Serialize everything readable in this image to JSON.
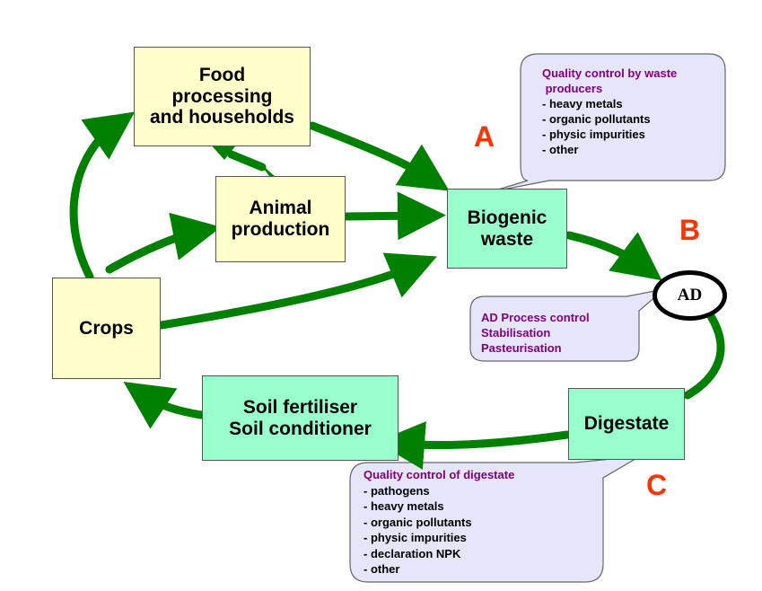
{
  "nodes": {
    "food": {
      "line1": "Food",
      "line2": "processing",
      "line3": "and households"
    },
    "animal": {
      "line1": "Animal",
      "line2": "production"
    },
    "crops": {
      "label": "Crops"
    },
    "biogenic": {
      "line1": "Biogenic",
      "line2": "waste"
    },
    "ad": {
      "label": "AD"
    },
    "digestate": {
      "label": "Digestate"
    },
    "soil": {
      "line1": "Soil fertiliser",
      "line2": "Soil conditioner"
    }
  },
  "letters": {
    "a": "A",
    "b": "B",
    "c": "C"
  },
  "callouts": {
    "waste_producers": {
      "title_line1": "Quality control by waste",
      "title_line2": " producers",
      "items": [
        "- heavy metals",
        "- organic pollutants",
        "- physic impurities",
        "- other"
      ]
    },
    "ad_process": {
      "lines": [
        "AD Process control",
        "Stabilisation",
        "Pasteurisation"
      ]
    },
    "digestate_quality": {
      "title": "Quality control of digestate",
      "items": [
        "- pathogens",
        "- heavy metals",
        "- organic pollutants",
        "- physic impurities",
        "- declaration NPK",
        "- other"
      ]
    }
  },
  "colors": {
    "arrow": "#008000",
    "yellow_box": "#ffffcc",
    "green_box": "#99ffcc",
    "callout_fill": "#e6e6fa",
    "letter": "#ff3300",
    "callout_title": "#800080"
  }
}
